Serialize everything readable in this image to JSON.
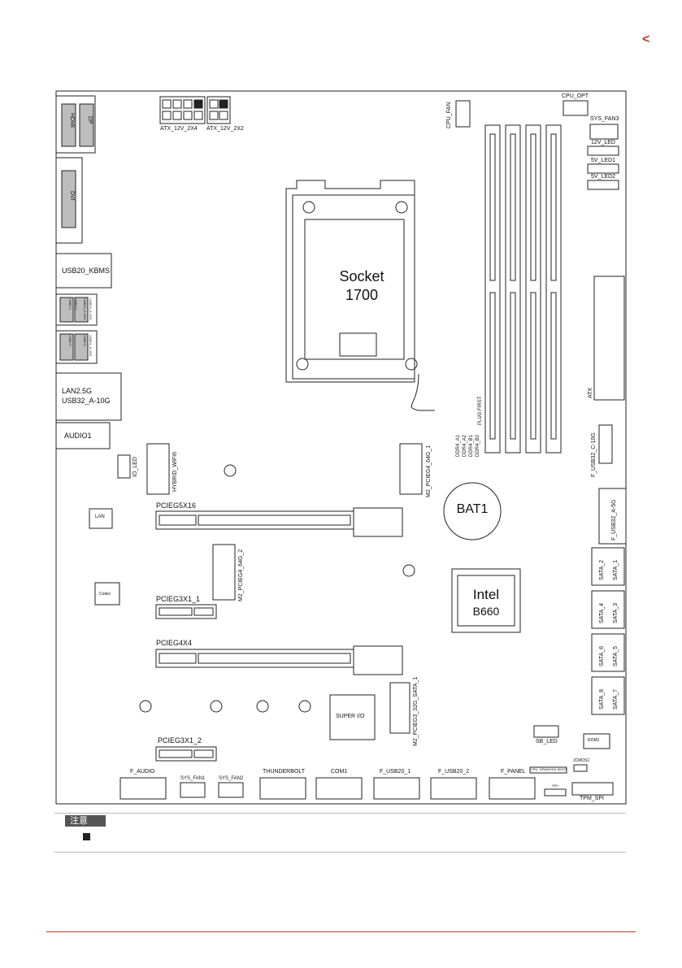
{
  "nav": {
    "back_symbol": "<"
  },
  "board": {
    "socket_line1": "Socket",
    "socket_line2": "1700",
    "chipset_line1": "Intel",
    "chipset_line2": "B660",
    "battery": "BAT1",
    "super_io": "SUPER I/O"
  },
  "rear_io": {
    "hdmi": "HDMI",
    "dp": "DP",
    "dvi": "DVI",
    "usb20_kbms": "USB20_KBMS",
    "usb_stack1": [
      "USB32_A-10G",
      "USB32_A-10G",
      "USB2.0",
      "USB2.0"
    ],
    "usb_stack2": [
      "USB32_A-10G",
      "USB2.0",
      "USB2.0"
    ],
    "lan_line1": "LAN2.5G",
    "lan_line2": "USB32_A-10G",
    "audio1": "AUDIO1",
    "lan_chip": "LAN",
    "codec_chip": "Codec"
  },
  "labels": {
    "atx_12v_2x4": "ATX_12V_2X4",
    "atx_12v_2x2": "ATX_12V_2X2",
    "cpu_fan": "CPU_FAN",
    "cpu_opt": "CPU_OPT",
    "sys_fan3": "SYS_FAN3",
    "led_12v": "12V_LED",
    "led_5v1": "5V_LED1",
    "led_5v2": "5V_LED2",
    "atx": "ATX",
    "ddr4_a1": "DDR4_A1",
    "ddr4_a2": "DDR4_A2",
    "ddr4_b1": "DDR4_B1",
    "ddr4_b2": "DDR4_B2",
    "plug_first": "PLUG FIRST",
    "f_usb32_c": "F_USB32_C-10G",
    "f_usb32_a": "F_USB32_A-5G",
    "io_led": "IO_LED",
    "hybrid_wifi": "HYBRID_WIFI6",
    "m2_1": "M2_PCIEG4_64G_1",
    "m2_2": "M2_PCIEG4_64G_2",
    "m2_sata": "M2_PCIEG3_32G_SATA_1",
    "pcie_x16": "PCIEG5X16",
    "pcie_x1_1": "PCIEG3X1_1",
    "pcie_x4": "PCIEG4X4",
    "pcie_x1_2": "PCIEG3X1_2",
    "sata": [
      "SATA_1",
      "SATA_2",
      "SATA_3",
      "SATA_4",
      "SATA_5",
      "SATA_6",
      "SATA_7",
      "SATA_8"
    ],
    "sb_led": "SB_LED",
    "rom1": "ROM1",
    "jcmos1": "JCMOS1",
    "dbg": [
      "CPU",
      "DRAM",
      "VGA",
      "BOOT"
    ],
    "spk": "SPK",
    "f_audio": "F_AUDIO",
    "sys_fan1": "SYS_FAN1",
    "sys_fan2": "SYS_FAN2",
    "thunderbolt": "THUNDERBOLT",
    "com1": "COM1",
    "f_usb20_1": "F_USB20_1",
    "f_usb20_2": "F_USB20_2",
    "f_panel": "F_PANEL",
    "tpm_spi": "TPM_SPI"
  },
  "note": {
    "tag": "注意"
  },
  "colors": {
    "accent": "#c0392b",
    "port_fill": "#bdbdbd",
    "line": "#222222"
  }
}
